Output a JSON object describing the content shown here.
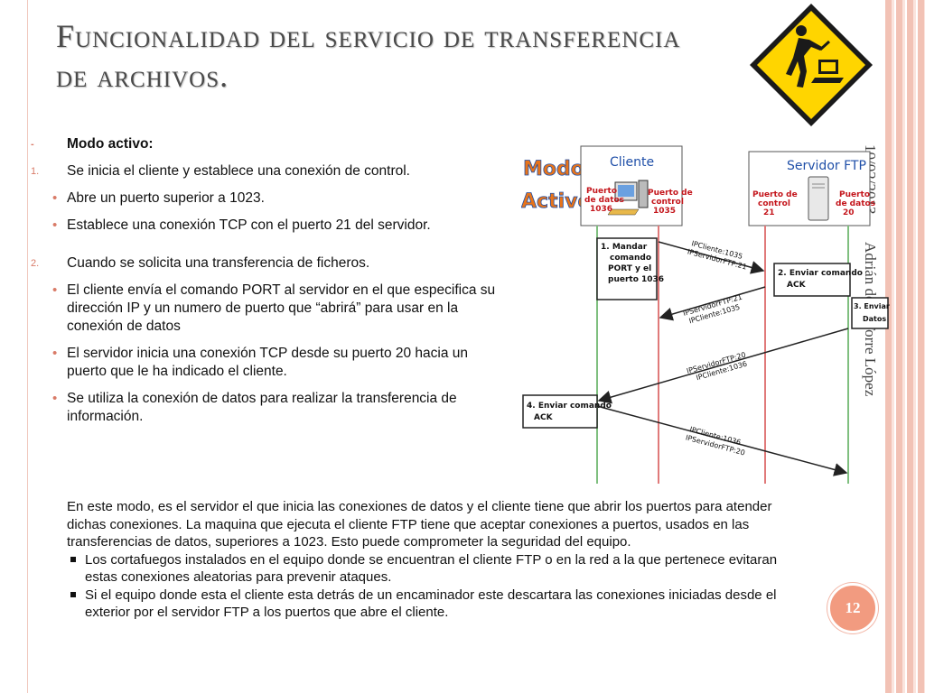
{
  "slide": {
    "title": "Funcionalidad del servicio de transferencia de archivos.",
    "date": "10/02/2013",
    "author": "Adrián de la Torre López",
    "page_number": "12"
  },
  "bullets": [
    {
      "marker": "-",
      "text": "Modo activo:",
      "style": "bold",
      "gap": false
    },
    {
      "marker": "1.",
      "text": "Se inicia el cliente y establece una conexión de control.",
      "style": "num",
      "gap": false
    },
    {
      "marker": "•",
      "text": "Abre un puerto superior a 1023.",
      "style": "dot",
      "gap": false
    },
    {
      "marker": "•",
      "text": "Establece una conexión TCP con el puerto 21 del servidor.",
      "style": "dot",
      "gap": false
    },
    {
      "marker": "2.",
      "text": "Cuando se solicita una transferencia de ficheros.",
      "style": "num",
      "gap": true
    },
    {
      "marker": "•",
      "text": "El cliente envía el comando PORT al servidor en el que especifica su dirección IP y un numero de puerto que “abrirá” para usar en la conexión de datos",
      "style": "dot",
      "gap": false
    },
    {
      "marker": "•",
      "text": "El servidor inicia una conexión TCP desde su puerto 20 hacia un puerto que le ha indicado el cliente.",
      "style": "dot",
      "gap": false
    },
    {
      "marker": "•",
      "text": "Se utiliza la conexión de datos para realizar la transferencia de información.",
      "style": "dot",
      "gap": false
    }
  ],
  "diagram": {
    "mode_line1": "Modo",
    "mode_line2": "Activo",
    "client_title": "Cliente",
    "server_title": "Servidor FTP",
    "client_data_port": [
      "Puerto",
      "de datos",
      "1036"
    ],
    "client_control_port": [
      "Puerto de",
      "control",
      "1035"
    ],
    "server_control_port": [
      "Puerto de",
      "control",
      "21"
    ],
    "server_data_port": [
      "Puerto",
      "de datos",
      "20"
    ],
    "step1": [
      "1. Mandar",
      "comando",
      "PORT y el",
      "puerto 1036"
    ],
    "step2": [
      "2. Enviar comando",
      "ACK"
    ],
    "step3": [
      "3. Enviar",
      "Datos"
    ],
    "step4": [
      "4. Enviar comando",
      "ACK"
    ],
    "arrow1": [
      "IPCliente:1035",
      "IPServidorFTP:21"
    ],
    "arrow2": [
      "IPServidorFTP:21",
      "IPCliente:1035"
    ],
    "arrow3": [
      "IPServidorFTP:20",
      "IPCliente:1036"
    ],
    "arrow4": [
      "IPCliente:1036",
      "IPServidorFTP:20"
    ]
  },
  "paragraph": {
    "intro": "En este modo, es el servidor el que inicia las conexiones de datos y el cliente tiene que abrir los puertos para atender dichas conexiones. La maquina que ejecuta el cliente FTP tiene que aceptar conexiones a puertos, usados en las transferencias de datos, superiores a 1023. Esto puede comprometer la seguridad del equipo.",
    "items": [
      "Los cortafuegos instalados en el equipo donde se encuentran el cliente FTP o en la red a la que pertenece evitaran estas conexiones aleatorias para prevenir ataques.",
      "Si el equipo donde esta el cliente esta detrás de un encaminador este descartara las conexiones iniciadas desde el exterior por el servidor FTP a los puertos que abre el cliente."
    ]
  },
  "colors": {
    "accent": "#f29b80",
    "sign_yellow": "#ffd500",
    "diagram_blue": "#1f4fa8",
    "diagram_red": "#c4161c",
    "mode_orange": "#e8741a"
  },
  "icons": [
    "construction-worker-sign-icon",
    "computer-icon",
    "server-icon"
  ]
}
